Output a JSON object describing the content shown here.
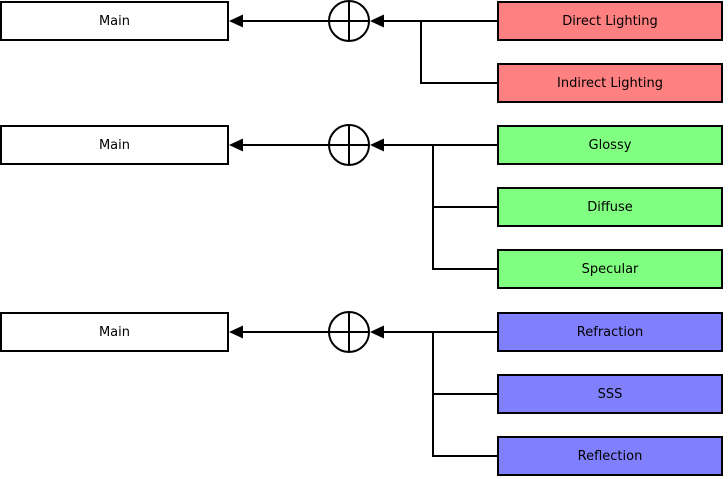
{
  "diagram": {
    "background_color": "#FFFFFF",
    "line_color": "#000000",
    "merge_icon": "circled-plus",
    "groups": [
      {
        "main": {
          "label": "Main",
          "fill": "#FFFFFF"
        },
        "node_fill": "#FF8080",
        "nodes": [
          {
            "label": "Direct Lighting"
          },
          {
            "label": "Indirect Lighting"
          }
        ]
      },
      {
        "main": {
          "label": "Main",
          "fill": "#FFFFFF"
        },
        "node_fill": "#80FF80",
        "nodes": [
          {
            "label": "Glossy"
          },
          {
            "label": "Diffuse"
          },
          {
            "label": "Specular"
          }
        ]
      },
      {
        "main": {
          "label": "Main",
          "fill": "#FFFFFF"
        },
        "node_fill": "#8080FF",
        "nodes": [
          {
            "label": "Refraction"
          },
          {
            "label": "SSS"
          },
          {
            "label": "Reflection"
          }
        ]
      }
    ]
  }
}
